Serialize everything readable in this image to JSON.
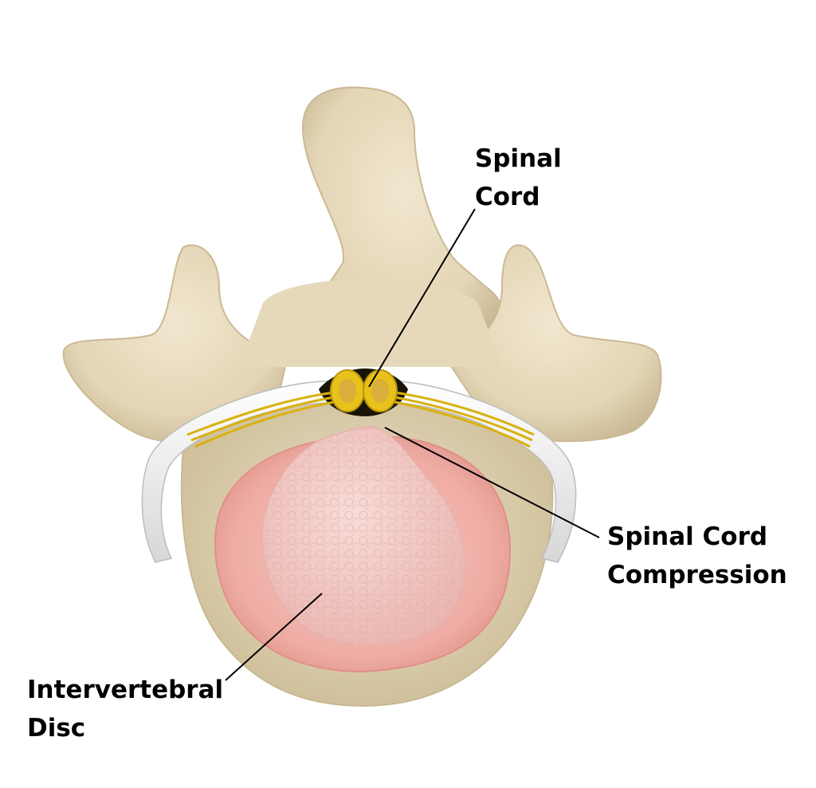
{
  "labels": {
    "spinal_cord": {
      "line1": "Spinal",
      "line2": "Cord"
    },
    "compression": {
      "line1": "Spinal Cord",
      "line2": "Compression"
    },
    "disc": {
      "line1": "Intervertebral",
      "line2": "Disc"
    }
  },
  "colors": {
    "bone": "#e8dcc0",
    "bone_shadow": "#c9b994",
    "disc_outer": "#f2b4ae",
    "nucleus": "#f4c8c4",
    "cord": "#e8c21a",
    "ligament": "#eeeeee",
    "leader_line": "#000000"
  }
}
